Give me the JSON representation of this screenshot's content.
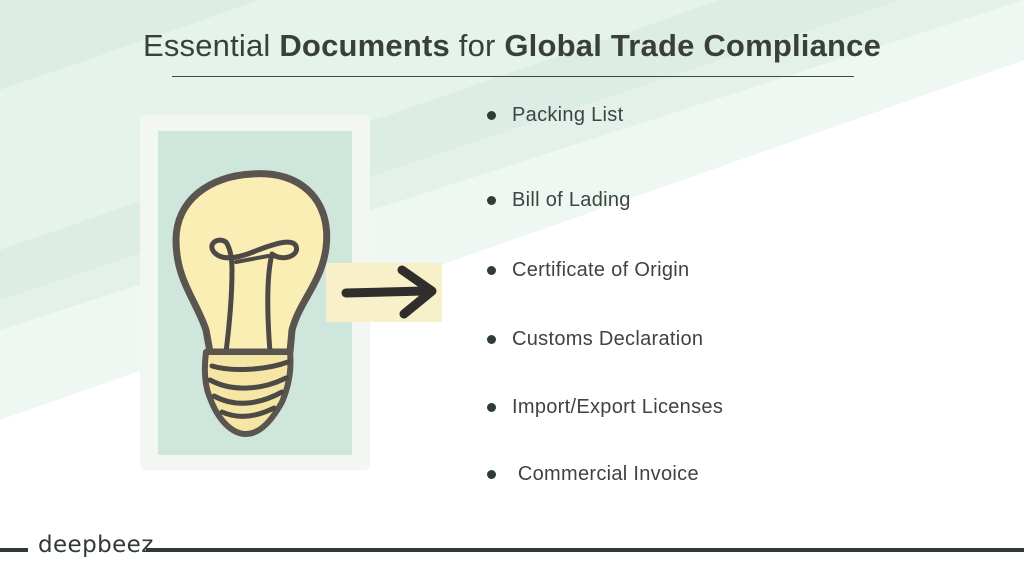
{
  "title": {
    "part1": "Essential ",
    "part2": "Documents",
    "part3": " for ",
    "part4": "Global Trade Compliance"
  },
  "list": {
    "items": [
      "Packing List",
      "Bill of Lading",
      "Certificate of Origin",
      "Customs Declaration",
      "Import/Export Licenses",
      " Commercial Invoice"
    ]
  },
  "footer": {
    "logo_text": "deepbeez"
  },
  "colors": {
    "mint_background": "#e3f1ea",
    "accent_dark": "#2f3a33",
    "bulb_fill": "#fbeeb4",
    "photo_bg": "#cfe6dc"
  },
  "icons": {
    "illustration": "lightbulb-with-arrow",
    "bullet": "filled-circle"
  }
}
